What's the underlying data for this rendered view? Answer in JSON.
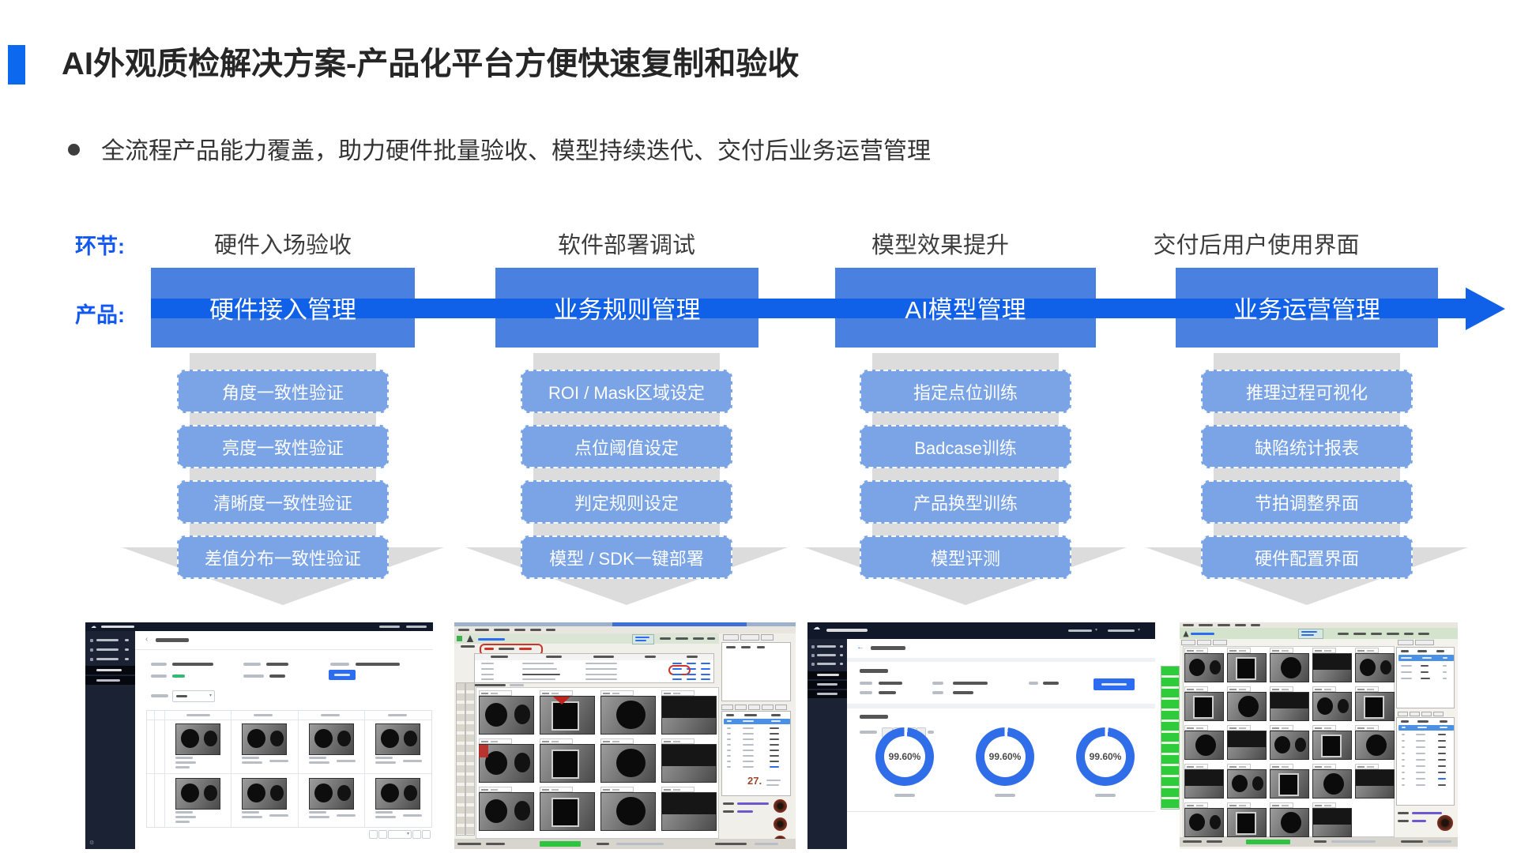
{
  "slide": {
    "title": "AI外观质检解决方案-产品化平台方便快速复制和验收",
    "bullet": "全流程产品能力覆盖，助力硬件批量验收、模型持续迭代、交付后业务运营管理",
    "stage_label": "环节:",
    "product_label": "产品:",
    "columns": [
      {
        "stage": "硬件入场验收",
        "product": "硬件接入管理",
        "items": [
          "角度一致性验证",
          "亮度一致性验证",
          "清晰度一致性验证",
          "差值分布一致性验证"
        ]
      },
      {
        "stage": "软件部署调试",
        "product": "业务规则管理",
        "items": [
          "ROI / Mask区域设定",
          "点位阈值设定",
          "判定规则设定",
          "模型 / SDK一键部署"
        ]
      },
      {
        "stage": "模型效果提升",
        "product": "AI模型管理",
        "items": [
          "指定点位训练",
          "Badcase训练",
          "产品换型训练",
          "模型评测"
        ]
      },
      {
        "stage": "交付后用户使用界面",
        "product": "业务运营管理",
        "items": [
          "推理过程可视化",
          "缺陷统计报表",
          "节拍调整界面",
          "硬件配置界面"
        ]
      }
    ]
  },
  "screens": {
    "pass_rates": [
      "99.60%",
      "99.60%",
      "99.60%"
    ],
    "count_badge": "27."
  },
  "colors": {
    "marker_blue": "#0d68f0",
    "label_blue": "#1257ef",
    "flow_arrow_blue": "#1160e8",
    "product_box_blue": "#4a80e0",
    "feature_box_blue": "#7ba4e6",
    "chevron_gray": "#dcdcdc",
    "donut_blue": "#2f6ee8"
  }
}
